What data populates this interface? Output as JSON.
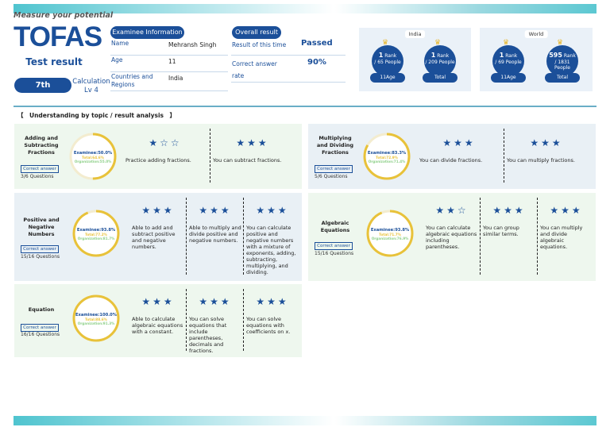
{
  "header": {
    "tagline": "Measure your potential",
    "logo_text": "TOFAS",
    "test_result_label": "Test result"
  },
  "student": {
    "grade": "7th",
    "course": "Calculation Lv 4"
  },
  "examinee_info": {
    "title": "Examinee Information",
    "rows": [
      {
        "label": "Name",
        "value": "Mehransh Singh"
      },
      {
        "label": "Age",
        "value": "11"
      },
      {
        "label": "Countries and Regions",
        "value": "India"
      }
    ]
  },
  "overall_result": {
    "title": "Overall result",
    "result_label": "Result of this time",
    "result_value": "Passed",
    "rate_label": "Correct answer rate",
    "rate_value": "90%"
  },
  "rankings": [
    {
      "scope": "India",
      "items": [
        {
          "rank": "1",
          "rank_word": "Rank",
          "total": "/ 65",
          "total_word": "People",
          "tag": "11Age"
        },
        {
          "rank": "1",
          "rank_word": "Rank",
          "total": "/ 209",
          "total_word": "People",
          "tag": "Total"
        }
      ]
    },
    {
      "scope": "World",
      "items": [
        {
          "rank": "1",
          "rank_word": "Rank",
          "total": "/ 69",
          "total_word": "People",
          "tag": "11Age"
        },
        {
          "rank": "595",
          "rank_word": "Rank",
          "total": "/ 1831",
          "total_word": "People",
          "tag": "Total"
        }
      ]
    }
  ],
  "section_title": "【　Understanding by topic / result analysis　】",
  "correct_answer_label": "Correct answer",
  "colors": {
    "primary": "#1b4f99",
    "gauge_examinee": "#1b4f99",
    "gauge_total": "#e8c23a",
    "gauge_org": "#8fd08a"
  },
  "topics": [
    {
      "name": "Adding and Subtracting Fractions",
      "questions": "3/6 Questions",
      "gauge": {
        "examinee": "Examinee:50.0%",
        "total": "Total:64.6%",
        "org": "Organization:55.0%",
        "value": 0.5
      },
      "items": [
        {
          "stars": "★☆☆",
          "text": "Practice adding fractions."
        },
        {
          "stars": "★★★",
          "text": "You can subtract fractions."
        }
      ]
    },
    {
      "name": "Multiplying and Dividing Fractions",
      "questions": "5/6 Questions",
      "gauge": {
        "examinee": "Examinee:83.3%",
        "total": "Total:72.9%",
        "org": "Organization:71.4%",
        "value": 0.833
      },
      "items": [
        {
          "stars": "★★★",
          "text": "You can divide fractions."
        },
        {
          "stars": "★★★",
          "text": "You can multiply fractions."
        }
      ]
    },
    {
      "name": "Positive and Negative Numbers",
      "questions": "15/16 Questions",
      "gauge": {
        "examinee": "Examinee:93.8%",
        "total": "Total:77.2%",
        "org": "Organization:81.7%",
        "value": 0.938
      },
      "items": [
        {
          "stars": "★★★",
          "text": "Able to add and subtract positive and negative numbers."
        },
        {
          "stars": "★★★",
          "text": "Able to multiply and divide positive and negative numbers."
        },
        {
          "stars": "★★★",
          "text": "You can calculate positive and negative numbers with a mixture of exponents, adding, subtracting, multiplying, and dividing."
        }
      ]
    },
    {
      "name": "Algebraic Equations",
      "questions": "15/16 Questions",
      "gauge": {
        "examinee": "Examinee:93.8%",
        "total": "Total:71.7%",
        "org": "Organization:76.9%",
        "value": 0.938
      },
      "items": [
        {
          "stars": "★★☆",
          "text": "You can calculate algebraic equations including parentheses."
        },
        {
          "stars": "★★★",
          "text": "You can group similar terms."
        },
        {
          "stars": "★★★",
          "text": "You can multiply and divide algebraic equations."
        }
      ]
    },
    {
      "name": "Equation",
      "questions": "16/16 Questions",
      "gauge": {
        "examinee": "Examinee:100.0%",
        "total": "Total:88.6%",
        "org": "Organization:91.3%",
        "value": 1.0
      },
      "items": [
        {
          "stars": "★★★",
          "text": "Able to calculate algebraic equations with a constant."
        },
        {
          "stars": "★★★",
          "text": "You can solve equations that include parentheses, decimals and fractions."
        },
        {
          "stars": "★★★",
          "text": "You can solve equations with coefficients on x."
        }
      ]
    }
  ]
}
